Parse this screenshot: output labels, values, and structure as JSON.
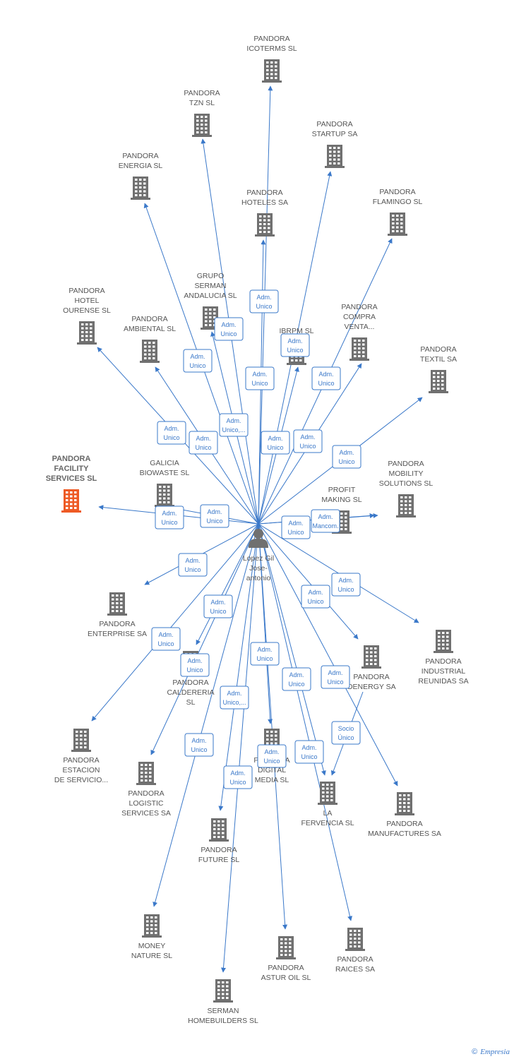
{
  "colors": {
    "edge": "#3a78c9",
    "building": "#707070",
    "focus_building": "#ee5a24",
    "person": "#707070"
  },
  "person": {
    "lines": [
      "Lopez Gil",
      "Jose-",
      "antonio"
    ]
  },
  "companies": [
    {
      "id": "icoterms",
      "lines": [
        "PANDORA",
        "ICOTERMS  SL"
      ]
    },
    {
      "id": "tzn",
      "lines": [
        "PANDORA",
        "TZN  SL"
      ]
    },
    {
      "id": "startup",
      "lines": [
        "PANDORA",
        "STARTUP SA"
      ]
    },
    {
      "id": "energia",
      "lines": [
        "PANDORA",
        "ENERGIA  SL"
      ]
    },
    {
      "id": "hoteles",
      "lines": [
        "PANDORA",
        "HOTELES SA"
      ]
    },
    {
      "id": "flamingo",
      "lines": [
        "PANDORA",
        "FLAMINGO  SL"
      ]
    },
    {
      "id": "grupo",
      "lines": [
        "GRUPO",
        "SERMAN",
        "ANDALUCIA SL"
      ]
    },
    {
      "id": "hotelourense",
      "lines": [
        "PANDORA",
        "HOTEL",
        "OURENSE  SL"
      ]
    },
    {
      "id": "ambiental",
      "lines": [
        "PANDORA",
        "AMBIENTAL  SL"
      ]
    },
    {
      "id": "ibrpm",
      "lines": [
        "IBRPM SL"
      ]
    },
    {
      "id": "compraventa",
      "lines": [
        "PANDORA",
        "COMPRA",
        "VENTA..."
      ]
    },
    {
      "id": "textil",
      "lines": [
        "PANDORA",
        "TEXTIL SA"
      ]
    },
    {
      "id": "facility",
      "lines": [
        "PANDORA",
        "FACILITY",
        "SERVICES  SL"
      ],
      "focus": true
    },
    {
      "id": "galicia",
      "lines": [
        "GALICIA",
        "BIOWASTE  SL"
      ]
    },
    {
      "id": "profit",
      "lines": [
        "PROFIT",
        "MAKING SL"
      ]
    },
    {
      "id": "mobility",
      "lines": [
        "PANDORA",
        "MOBILITY",
        "SOLUTIONS  SL"
      ]
    },
    {
      "id": "enterprise",
      "lines": [
        "PANDORA",
        "ENTERPRISE SA"
      ]
    },
    {
      "id": "industrial",
      "lines": [
        "PANDORA",
        "INDUSTRIAL",
        "REUNIDAS SA"
      ]
    },
    {
      "id": "caldereria",
      "lines": [
        "PANDORA",
        "CALDERERIA",
        "SL"
      ]
    },
    {
      "id": "oenergy",
      "lines": [
        "PANDORA",
        "OENERGY SA"
      ]
    },
    {
      "id": "estacion",
      "lines": [
        "PANDORA",
        "ESTACION",
        "DE SERVICIO..."
      ]
    },
    {
      "id": "logistic",
      "lines": [
        "PANDORA",
        "LOGISTIC",
        "SERVICES SA"
      ]
    },
    {
      "id": "digital",
      "lines": [
        "PANDORA",
        "DIGITAL",
        "MEDIA  SL"
      ]
    },
    {
      "id": "fervencia",
      "lines": [
        "LA",
        "FERVENCIA SL"
      ]
    },
    {
      "id": "manufactures",
      "lines": [
        "PANDORA",
        "MANUFACTURES SA"
      ]
    },
    {
      "id": "future",
      "lines": [
        "PANDORA",
        "FUTURE  SL"
      ]
    },
    {
      "id": "money",
      "lines": [
        "MONEY",
        "NATURE  SL"
      ]
    },
    {
      "id": "asturoil",
      "lines": [
        "PANDORA",
        "ASTUR OIL  SL"
      ]
    },
    {
      "id": "raices",
      "lines": [
        "PANDORA",
        "RAICES SA"
      ]
    },
    {
      "id": "serman",
      "lines": [
        "SERMAN",
        "HOMEBUILDERS SL"
      ]
    }
  ],
  "relations": [
    {
      "target": "icoterms",
      "lines": [
        "Adm.",
        "Unico"
      ]
    },
    {
      "target": "tzn",
      "lines": [
        "Adm.",
        "Unico"
      ]
    },
    {
      "target": "startup",
      "lines": [
        "Adm.",
        "Unico"
      ]
    },
    {
      "target": "energia",
      "lines": [
        "Adm.",
        "Unico"
      ]
    },
    {
      "target": "hoteles",
      "lines": [
        "Adm.",
        "Unico"
      ]
    },
    {
      "target": "flamingo",
      "lines": [
        "Adm.",
        "Unico"
      ]
    },
    {
      "target": "grupo",
      "lines": [
        "Adm.",
        "Unico,..."
      ]
    },
    {
      "target": "hotelourense",
      "lines": [
        "Adm.",
        "Unico"
      ]
    },
    {
      "target": "ambiental",
      "lines": [
        "Adm.",
        "Unico"
      ]
    },
    {
      "target": "ibrpm",
      "lines": [
        "Adm.",
        "Unico"
      ]
    },
    {
      "target": "compraventa",
      "lines": [
        "Adm.",
        "Unico"
      ]
    },
    {
      "target": "textil",
      "lines": [
        "Adm.",
        "Unico"
      ]
    },
    {
      "target": "facility",
      "lines": [
        "Adm.",
        "Unico"
      ]
    },
    {
      "target": "galicia",
      "lines": [
        "Adm.",
        "Unico"
      ]
    },
    {
      "target": "profit",
      "lines": [
        "Adm.",
        "Mancom."
      ]
    },
    {
      "target": "mobility",
      "lines": [
        "Adm.",
        "Unico"
      ]
    },
    {
      "target": "enterprise",
      "lines": [
        "Adm.",
        "Unico"
      ]
    },
    {
      "target": "industrial",
      "lines": [
        "Adm.",
        "Unico"
      ]
    },
    {
      "target": "caldereria",
      "lines": [
        "Adm.",
        "Unico"
      ]
    },
    {
      "target": "oenergy",
      "lines": [
        "Adm.",
        "Unico"
      ]
    },
    {
      "target": "estacion",
      "lines": [
        "Adm.",
        "Unico"
      ]
    },
    {
      "target": "logistic",
      "lines": [
        "Adm.",
        "Unico"
      ]
    },
    {
      "target": "digital",
      "lines": [
        "Adm.",
        "Unico"
      ]
    },
    {
      "target": "fervencia",
      "lines": [
        "Adm.",
        "Unico"
      ]
    },
    {
      "target": "manufactures",
      "lines": [
        "Adm.",
        "Unico"
      ]
    },
    {
      "target": "future",
      "lines": [
        "Adm.",
        "Unico,..."
      ]
    },
    {
      "target": "money",
      "lines": [
        "Adm.",
        "Unico"
      ]
    },
    {
      "target": "asturoil",
      "lines": [
        "Adm.",
        "Unico"
      ]
    },
    {
      "target": "raices",
      "lines": [
        "Adm.",
        "Unico"
      ]
    },
    {
      "target": "serman",
      "lines": [
        "Adm.",
        "Unico"
      ]
    },
    {
      "source": "oenergy",
      "target": "fervencia",
      "lines": [
        "Socio",
        "Único"
      ]
    }
  ],
  "footer": {
    "copyright": "©",
    "brand": "Empresia"
  }
}
